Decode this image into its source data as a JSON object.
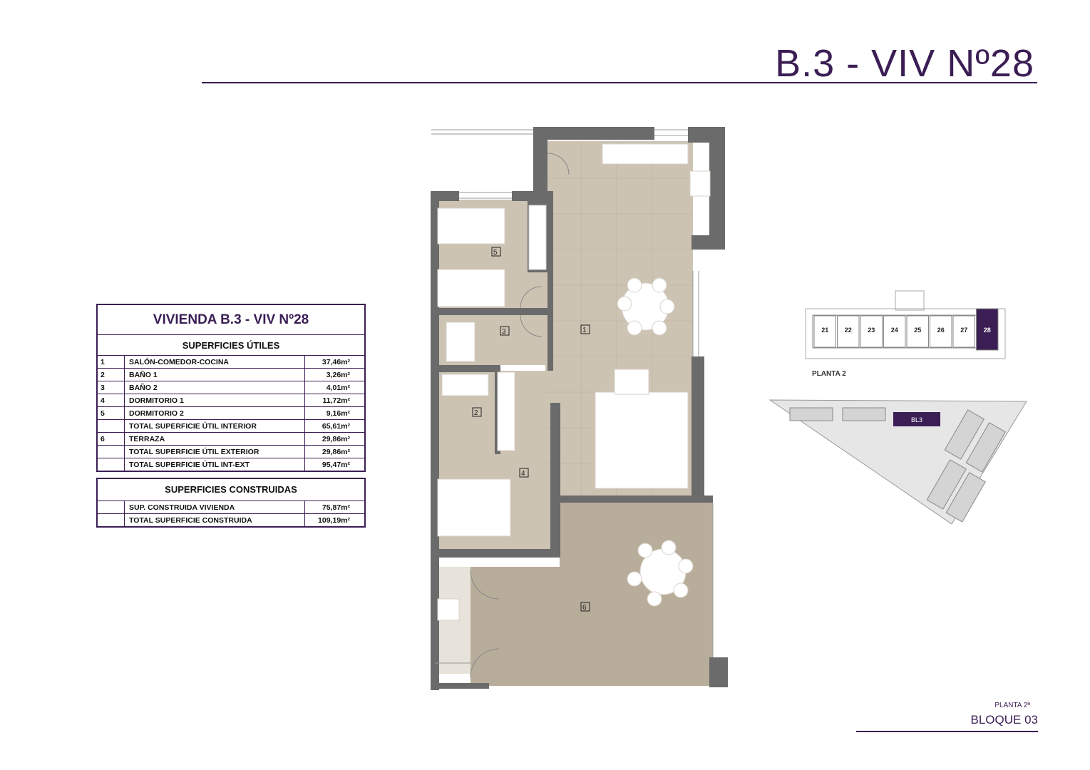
{
  "header": {
    "title": "B.3 - VIV Nº28"
  },
  "summary_table": {
    "title": "VIVIENDA B.3 - VIV Nº28",
    "section": "SUPERFICIES ÚTILES",
    "rows": [
      {
        "num": "1",
        "label": "SALÓN-COMEDOR-COCINA",
        "value": "37,46m²"
      },
      {
        "num": "2",
        "label": "BAÑO 1",
        "value": "3,26m²"
      },
      {
        "num": "3",
        "label": "BAÑO 2",
        "value": "4,01m²"
      },
      {
        "num": "4",
        "label": "DORMITORIO 1",
        "value": "11,72m²"
      },
      {
        "num": "5",
        "label": "DORMITORIO 2",
        "value": "9,16m²"
      },
      {
        "num": "",
        "label": "TOTAL SUPERFICIE ÚTIL INTERIOR",
        "value": "65,61m²"
      },
      {
        "num": "6",
        "label": "TERRAZA",
        "value": "29,86m²"
      },
      {
        "num": "",
        "label": "TOTAL SUPERFICIE ÚTIL EXTERIOR",
        "value": "29,86m²"
      },
      {
        "num": "",
        "label": "TOTAL SUPERFICIE ÚTIL INT-EXT",
        "value": "95,47m²"
      }
    ]
  },
  "built_table": {
    "title": "SUPERFICIES CONSTRUIDAS",
    "rows": [
      {
        "num": "",
        "label": "SUP. CONSTRUIDA VIVIENDA",
        "value": "75,87m²"
      },
      {
        "num": "",
        "label": "TOTAL SUPERFICIE CONSTRUIDA",
        "value": "109,19m²"
      }
    ]
  },
  "floor_plan": {
    "room_labels": [
      "1",
      "2",
      "3",
      "4",
      "5",
      "6"
    ]
  },
  "key_plan": {
    "units": [
      "21",
      "22",
      "23",
      "24",
      "25",
      "26",
      "27",
      "28"
    ],
    "highlighted_unit": "28",
    "floor_label": "PLANTA 2"
  },
  "site_plan": {
    "block_label": "BL3"
  },
  "footer": {
    "floor": "PLANTA 2ª",
    "block": "BLOQUE 03"
  },
  "colors": {
    "brand": "#3b1e54",
    "interior_floor": "#cdc3b3",
    "terrace_floor": "#b8ad9b",
    "wall": "#6b6b6b"
  }
}
